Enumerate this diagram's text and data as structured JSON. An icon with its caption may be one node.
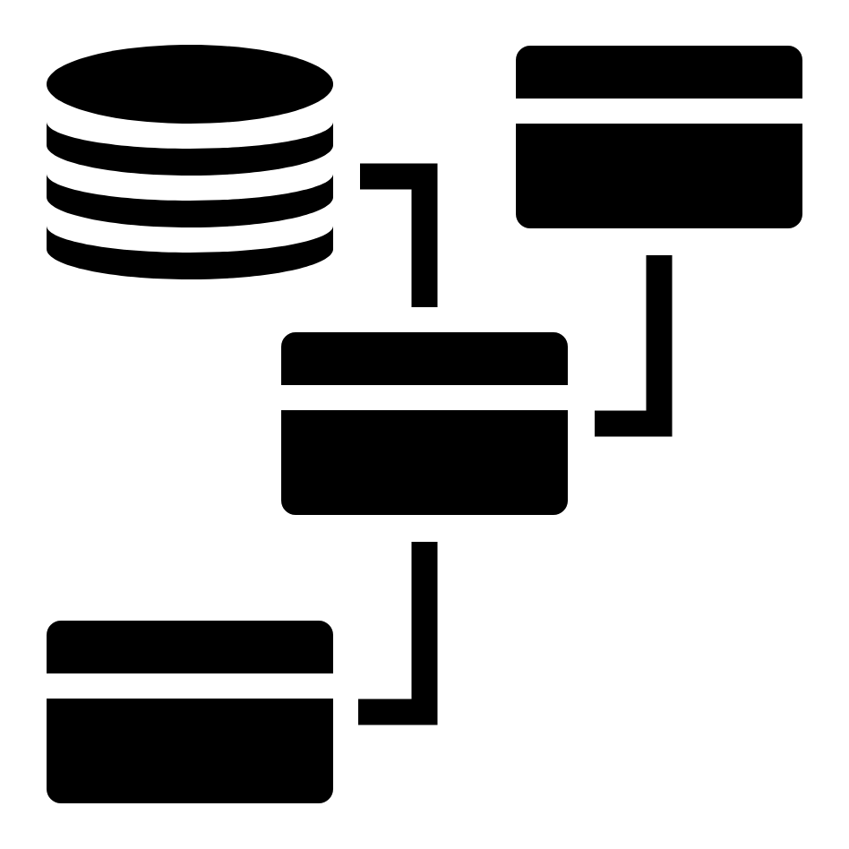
{
  "diagram": {
    "nodes": [
      {
        "text": [],
        "shape": "cylinder"
      },
      {
        "text": [],
        "shape": "box"
      },
      {
        "text": [],
        "shape": "box"
      },
      {
        "text": [],
        "shape": "box"
      }
    ],
    "edges": [
      {
        "from": 0,
        "to": 2,
        "arrow": "none"
      },
      {
        "from": 1,
        "to": 2,
        "arrow": "none"
      },
      {
        "from": 2,
        "to": 3,
        "arrow": "none"
      }
    ]
  }
}
